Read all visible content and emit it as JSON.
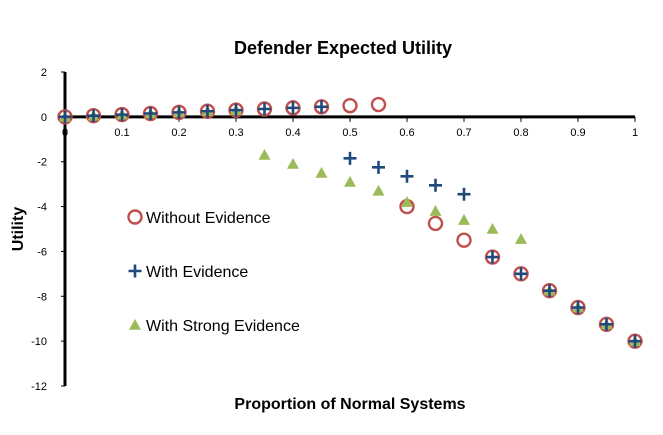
{
  "chart_data": {
    "type": "scatter",
    "title": "Defender Expected Utility",
    "xlabel": "Proportion of Normal Systems",
    "ylabel": "Utility",
    "xlim": [
      0,
      1
    ],
    "ylim": [
      -12,
      2
    ],
    "x_ticks": [
      "0",
      "0.1",
      "0.2",
      "0.3",
      "0.4",
      "0.5",
      "0.6",
      "0.7",
      "0.8",
      "0.9",
      "1"
    ],
    "y_ticks": [
      "2",
      "0",
      "-2",
      "-4",
      "-6",
      "-8",
      "-10",
      "-12"
    ],
    "grid": false,
    "legend_position": "left-center",
    "colors": {
      "without": "#c0504d",
      "with": "#1f497d",
      "strong": "#9bbb59"
    },
    "series": [
      {
        "name": "Without Evidence",
        "marker": "circle",
        "x": [
          0,
          0.05,
          0.1,
          0.15,
          0.2,
          0.25,
          0.3,
          0.35,
          0.4,
          0.45,
          0.5,
          0.55,
          0.6,
          0.65,
          0.7,
          0.75,
          0.8,
          0.85,
          0.9,
          0.95,
          1.0
        ],
        "y": [
          0,
          0.05,
          0.1,
          0.15,
          0.2,
          0.25,
          0.3,
          0.35,
          0.4,
          0.45,
          0.5,
          0.55,
          -4.0,
          -4.75,
          -5.5,
          -6.25,
          -7.0,
          -7.75,
          -8.5,
          -9.25,
          -10.0
        ]
      },
      {
        "name": "With Evidence",
        "marker": "plus",
        "x": [
          0,
          0.05,
          0.1,
          0.15,
          0.2,
          0.25,
          0.3,
          0.35,
          0.4,
          0.45,
          0.5,
          0.55,
          0.6,
          0.65,
          0.7,
          0.75,
          0.8,
          0.85,
          0.9,
          0.95,
          1.0
        ],
        "y": [
          0,
          0.05,
          0.1,
          0.15,
          0.2,
          0.25,
          0.3,
          0.35,
          0.4,
          0.45,
          -1.85,
          -2.25,
          -2.65,
          -3.05,
          -3.45,
          -6.25,
          -7.0,
          -7.75,
          -8.5,
          -9.25,
          -10.0
        ]
      },
      {
        "name": "With Strong Evidence",
        "marker": "triangle",
        "x": [
          0,
          0.05,
          0.1,
          0.15,
          0.2,
          0.25,
          0.3,
          0.35,
          0.4,
          0.45,
          0.5,
          0.55,
          0.6,
          0.65,
          0.7,
          0.75,
          0.8,
          0.85,
          0.9,
          0.95,
          1.0
        ],
        "y": [
          0,
          0.05,
          0.1,
          0.15,
          0.2,
          0.25,
          0.3,
          -1.7,
          -2.1,
          -2.5,
          -2.9,
          -3.3,
          -3.8,
          -4.2,
          -4.6,
          -5.0,
          -5.45,
          -7.75,
          -8.5,
          -9.25,
          -10.0
        ]
      }
    ]
  }
}
